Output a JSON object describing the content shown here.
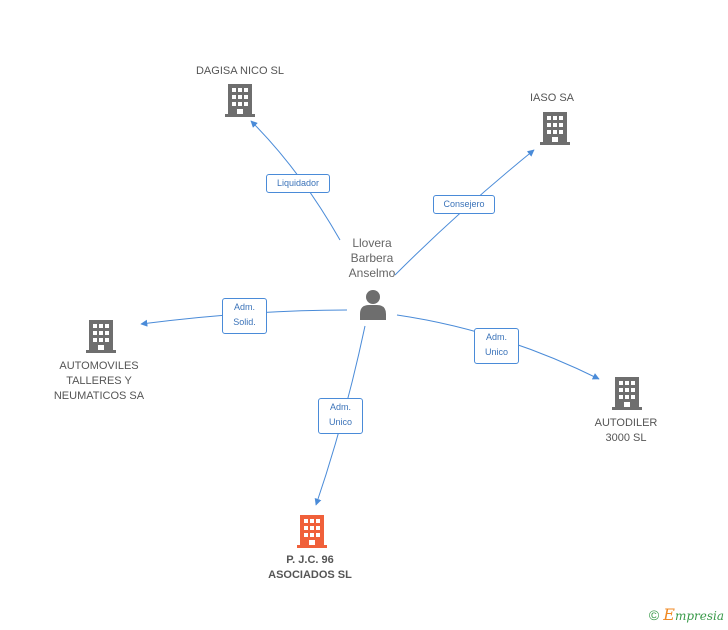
{
  "center": {
    "name": "Llovera\nBarbera\nAnselmo"
  },
  "companies": {
    "dagisa": "DAGISA NICO SL",
    "iaso": "IASO SA",
    "automoviles": "AUTOMOVILES\nTALLERES Y\nNEUMATICOS SA",
    "autodiler": "AUTODILER\n3000  SL",
    "pjc": "P. J.C. 96\nASOCIADOS SL"
  },
  "relations": {
    "liquidador": "Liquidador",
    "consejero": "Consejero",
    "adm_solid": "Adm.\nSolid.",
    "adm_unico_1": "Adm.\nUnico",
    "adm_unico_2": "Adm.\nUnico"
  },
  "footer": {
    "copyright": "©",
    "brand_initial": "E",
    "brand_rest": "mpresia"
  },
  "colors": {
    "edge": "#4a8bd8",
    "building": "#6e6e6e",
    "focus_building": "#f0603a",
    "person": "#6e6e6e"
  }
}
